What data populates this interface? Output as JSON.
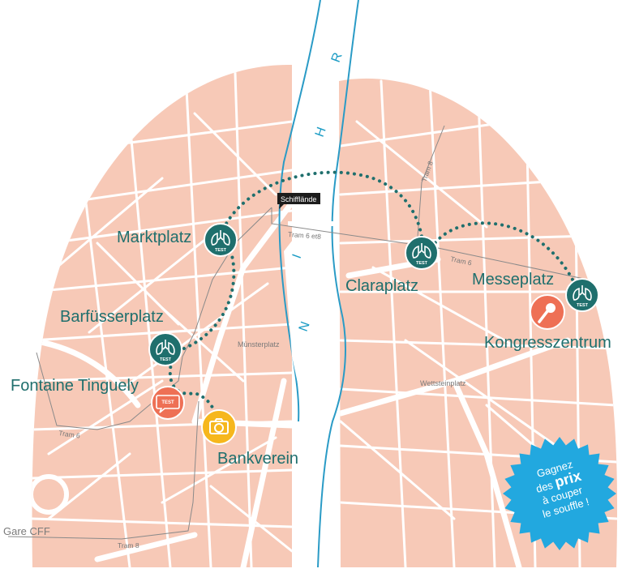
{
  "colors": {
    "lung": "#f7c9b7",
    "street": "#ffffff",
    "river": "#2a9bc6",
    "teal": "#1f6f6d",
    "dotted": "#1f6f6d",
    "coral": "#ee7055",
    "amber": "#f6b71d",
    "badge": "#22a8df",
    "tram_line": "#8a8a8a"
  },
  "stations": {
    "marktplatz": {
      "label": "Marktplatz",
      "icon": "lungs-test-icon",
      "icon_text": "TEST"
    },
    "barfusserplatz": {
      "label": "Barfüsserplatz",
      "icon": "lungs-test-icon",
      "icon_text": "TEST"
    },
    "fontaine": {
      "label": "Fontaine Tinguely",
      "icon": "speech-bubble-test-icon",
      "icon_text": "TEST"
    },
    "bankverein": {
      "label": "Bankverein",
      "icon": "camera-icon"
    },
    "claraplatz": {
      "label": "Claraplatz",
      "icon": "lungs-test-icon",
      "icon_text": "TEST"
    },
    "messeplatz": {
      "label": "Messeplatz",
      "icon": "lungs-test-icon",
      "icon_text": "TEST"
    },
    "kongress": {
      "label": "Kongresszentrum",
      "icon": "microphone-icon"
    }
  },
  "map_labels": {
    "schifflande": "Schifflände",
    "munsterplatz": "Münsterplatz",
    "wettsteinplatz": "Wettsteinplatz",
    "gare_cff": "Gare CFF",
    "tram_6_8": "Tram 6 et8",
    "tram_6_right": "Tram 6",
    "tram_6_left": "Tram 6",
    "tram_8_top": "Tram 8",
    "tram_8_bottom": "Tram 8",
    "river": [
      "R",
      "H",
      "I",
      "N"
    ]
  },
  "badge": {
    "line1": "Gagnez",
    "line2_a": "des ",
    "line2_b": "prix",
    "line3": "à couper",
    "line4": "le souffle !"
  }
}
